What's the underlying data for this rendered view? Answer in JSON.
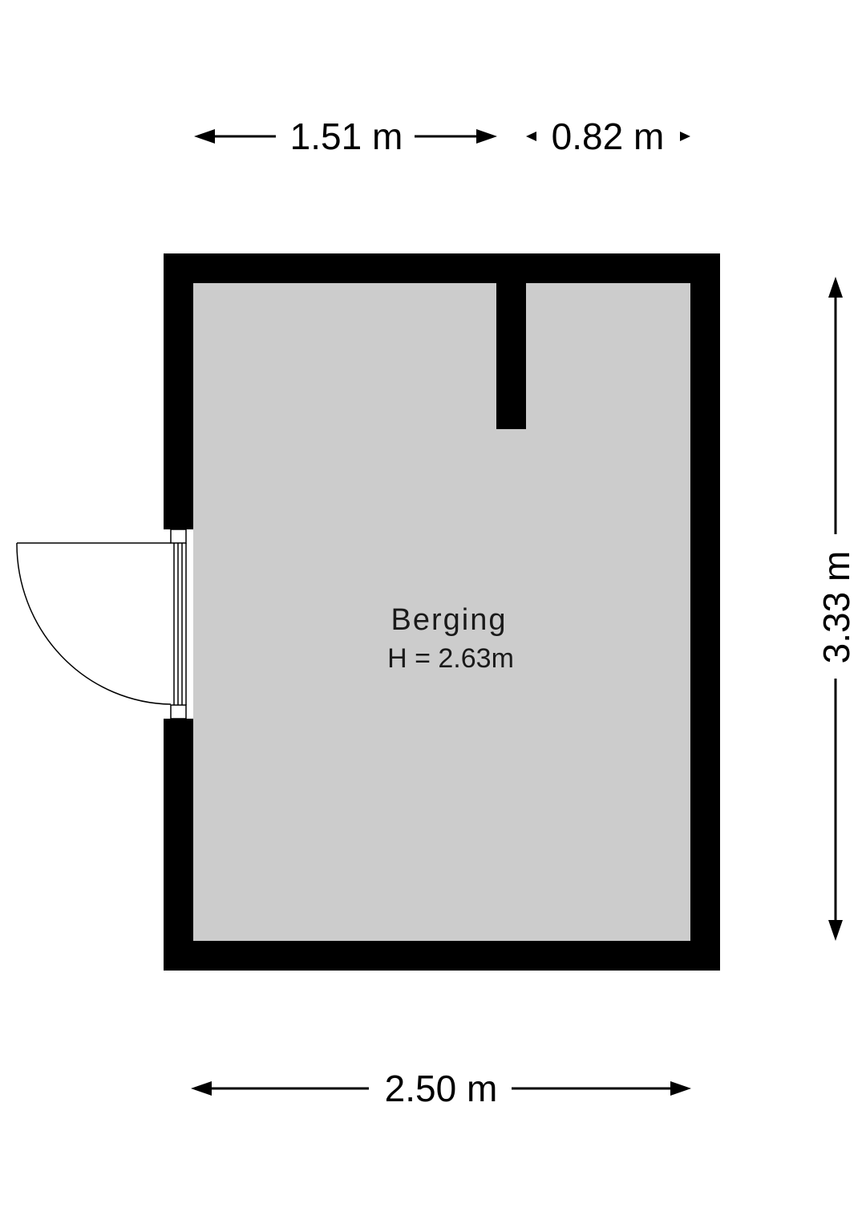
{
  "room": {
    "name": "Berging",
    "height_label": "H = 2.63m"
  },
  "dimensions": {
    "top_left": "1.51 m",
    "top_right": "0.82 m",
    "bottom": "2.50 m",
    "right": "3.33 m"
  },
  "colors": {
    "wall": "#000000",
    "floor": "#cccccc",
    "background": "#ffffff"
  },
  "icons": {
    "door": "door-swing-icon",
    "arrow": "dimension-arrow-icon"
  }
}
